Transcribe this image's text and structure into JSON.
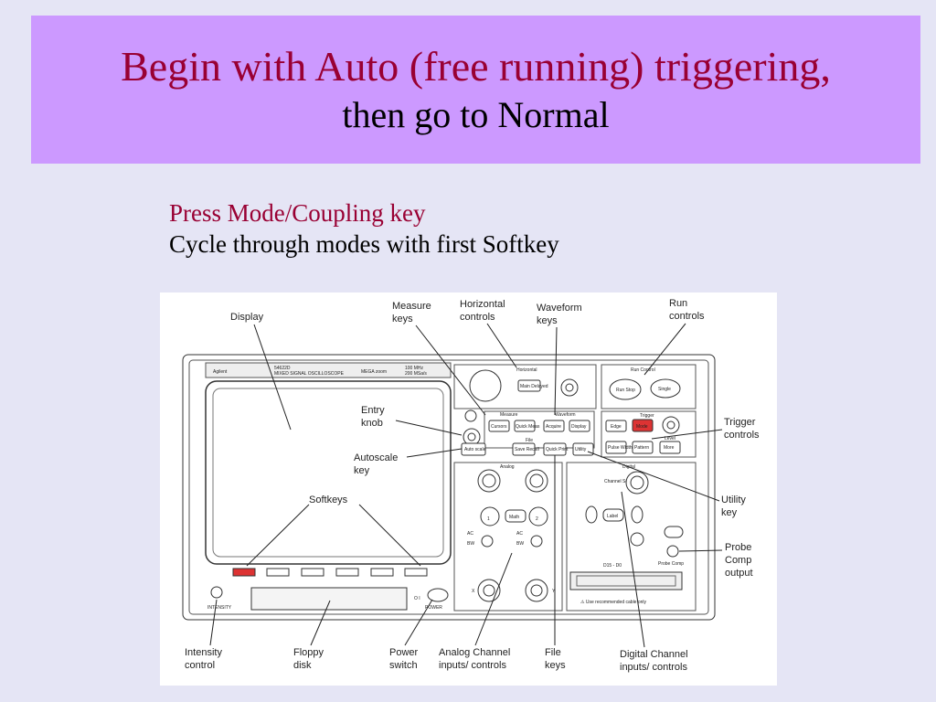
{
  "title": {
    "line1": "Begin with Auto (free running) triggering,",
    "line2": "then go to Normal"
  },
  "subtitle": {
    "line1": "Press Mode/Coupling key",
    "line2": "Cycle through modes with first Softkey"
  },
  "colors": {
    "background": "#e5e5f5",
    "title_box": "#cc99ff",
    "accent_text": "#990033"
  },
  "diagram": {
    "callouts": {
      "display": "Display",
      "measure_keys_1": "Measure",
      "measure_keys_2": "keys",
      "horizontal_1": "Horizontal",
      "horizontal_2": "controls",
      "waveform_1": "Waveform",
      "waveform_2": "keys",
      "run_1": "Run",
      "run_2": "controls",
      "entry_1": "Entry",
      "entry_2": "knob",
      "autoscale_1": "Autoscale",
      "autoscale_2": "key",
      "softkeys": "Softkeys",
      "trigger_1": "Trigger",
      "trigger_2": "controls",
      "utility_1": "Utility",
      "utility_2": "key",
      "probe_1": "Probe",
      "probe_2": "Comp",
      "probe_3": "output",
      "intensity_1": "Intensity",
      "intensity_2": "control",
      "floppy_1": "Floppy",
      "floppy_2": "disk",
      "power_1": "Power",
      "power_2": "switch",
      "analog_1": "Analog Channel",
      "analog_2": "inputs/ controls",
      "file_1": "File",
      "file_2": "keys",
      "digital_1": "Digital Channel",
      "digital_2": "inputs/ controls"
    },
    "panel": {
      "brand": "Agilent",
      "model": "54622D",
      "model_desc": "MIXED SIGNAL OSCILLOSCOPE",
      "megazoom": "MEGA zoom",
      "spec1": "100 MHz",
      "spec2": "200 MSa/s",
      "horizontal": "Horizontal",
      "main_delayed": "Main Delayed",
      "run_control": "Run Control",
      "run_stop": "Run Stop",
      "single": "Single",
      "measure": "Measure",
      "waveform": "Waveform",
      "cursors": "Cursors",
      "quick_meas": "Quick Meas",
      "acquire": "Acquire",
      "display": "Display",
      "trigger": "Trigger",
      "edge": "Edge",
      "mode": "Mode",
      "level": "Level",
      "file": "File",
      "auto_scale": "Auto scale",
      "save_recall": "Save Recall",
      "quick_print": "Quick Print",
      "utility": "Utility",
      "pulse_width": "Pulse Width",
      "pattern": "Pattern",
      "more": "More",
      "analog": "Analog",
      "digital": "Digital",
      "ch1": "1",
      "ch2": "2",
      "math": "Math",
      "label": "Label",
      "channel_select": "Channel Select",
      "d15_d0": "D15 - D0",
      "probe_comp": "Probe Comp",
      "cable_note": "⚠ Use recommended cable only",
      "intensity": "INTENSITY",
      "power": "POWER",
      "ac": "AC",
      "bw": "BW",
      "x": "X",
      "y": "Y"
    }
  }
}
